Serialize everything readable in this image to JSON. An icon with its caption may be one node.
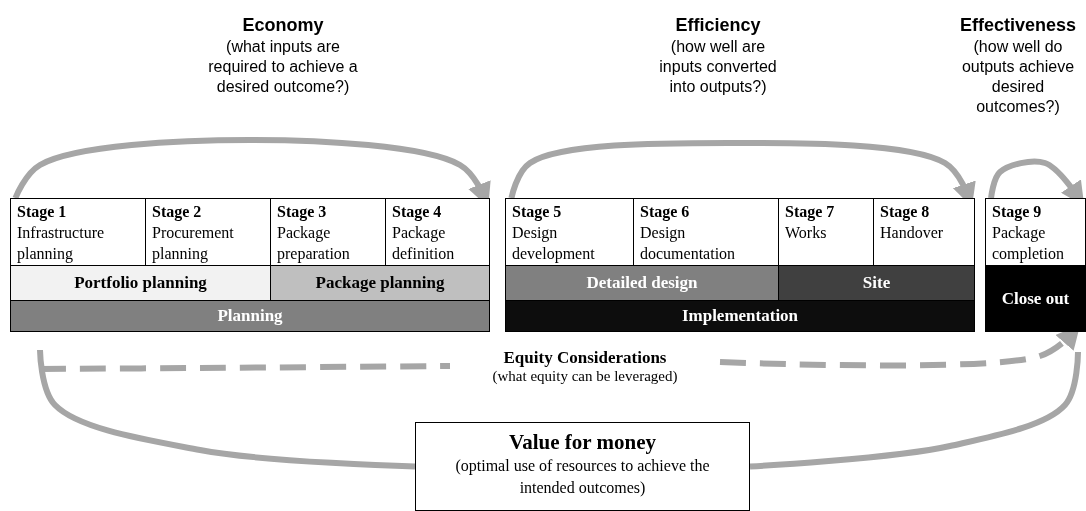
{
  "diagram": {
    "nodes": [
      {
        "text": [
          "Stage 1",
          "Infrastructure planning"
        ]
      },
      {
        "text": [
          "Stage 2",
          "Procurement planning"
        ]
      },
      {
        "text": [
          "Stage 3",
          "Package preparation"
        ]
      },
      {
        "text": [
          "Stage 4",
          "Package definition"
        ]
      },
      {
        "text": [
          "Portfolio planning"
        ]
      },
      {
        "text": [
          "Package planning"
        ]
      },
      {
        "text": [
          "Planning"
        ]
      },
      {
        "text": [
          "Stage 5",
          "Design development"
        ]
      },
      {
        "text": [
          "Stage 6",
          "Design documentation"
        ]
      },
      {
        "text": [
          "Stage 7",
          "Works"
        ]
      },
      {
        "text": [
          "Stage 8",
          "Handover"
        ]
      },
      {
        "text": [
          "Detailed design"
        ]
      },
      {
        "text": [
          "Site"
        ]
      },
      {
        "text": [
          "Implementation"
        ]
      },
      {
        "text": [
          "Stage 9",
          "Package completion"
        ]
      },
      {
        "text": [
          "Close out"
        ]
      },
      {
        "text": [
          "Equity Considerations",
          "(what equity can be leveraged)"
        ]
      },
      {
        "text": [
          "Value for money",
          "(optimal use of resources to achieve the intended outcomes)"
        ]
      }
    ],
    "edges": [
      {
        "from": 0,
        "to": 3,
        "arrow": "to"
      },
      {
        "from": 7,
        "to": 10,
        "arrow": "to"
      },
      {
        "from": 14,
        "to": 14,
        "arrow": "to"
      },
      {
        "from": null,
        "to": 16,
        "arrow": "none",
        "style": "dashed"
      },
      {
        "from": 16,
        "to": 15,
        "arrow": "to",
        "style": "dashed"
      },
      {
        "from": 17,
        "to": null,
        "arrow": "none"
      },
      {
        "from": 17,
        "to": null,
        "arrow": "none"
      }
    ],
    "labels": [
      "Economy",
      "(what inputs are required to achieve a desired outcome?)",
      "Efficiency",
      "(how well are inputs converted into outputs?)",
      "Effectiveness",
      "(how well do outputs achieve desired outcomes?)"
    ]
  }
}
